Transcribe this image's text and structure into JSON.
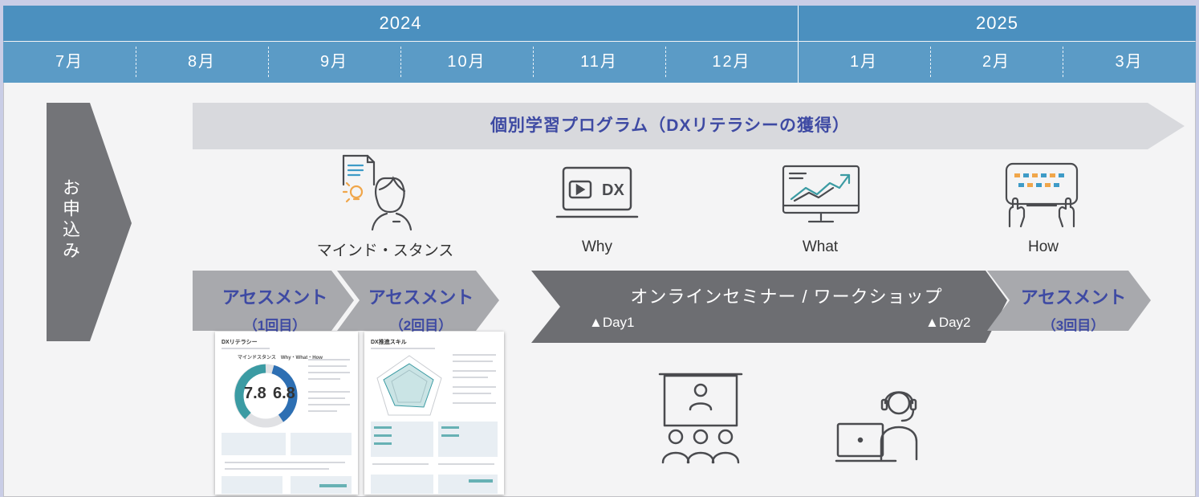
{
  "header": {
    "years": [
      "2024",
      "2025"
    ],
    "months": [
      "7月",
      "8月",
      "9月",
      "10月",
      "11月",
      "12月",
      "1月",
      "2月",
      "3月"
    ]
  },
  "application_label": "お申込み",
  "program_title": "個別学習プログラム（DXリテラシーの獲得）",
  "icons": [
    {
      "name": "mind-stance-icon",
      "label": "マインド・スタンス"
    },
    {
      "name": "dx-video-icon",
      "label": "Why",
      "inner_text": "DX"
    },
    {
      "name": "chart-monitor-icon",
      "label": "What"
    },
    {
      "name": "keyboard-hands-icon",
      "label": "How"
    }
  ],
  "assessments": [
    {
      "title": "アセスメント",
      "round": "（1回目）"
    },
    {
      "title": "アセスメント",
      "round": "（2回目）"
    },
    {
      "title": "アセスメント",
      "round": "（3回目）"
    }
  ],
  "seminar": {
    "title": "オンラインセミナー / ワークショップ",
    "day1": "▲Day1",
    "day2": "▲Day2"
  },
  "bottom_icons": [
    "presentation-audience-icon",
    "online-headset-laptop-icon"
  ],
  "reports": {
    "report1": {
      "title": "DXリテラシー",
      "subtitle": "マインドスタンス　Why・What・How",
      "score_left": "7.8",
      "score_right": "6.8"
    },
    "report2": {
      "title": "DX推進スキル"
    }
  },
  "colors": {
    "year_bar": "#4b90bf",
    "month_bar": "#5b9bc6",
    "program_arrow": "#d8d9dd",
    "assessment_arrow": "#a8a9ad",
    "seminar_arrow": "#6d6e72",
    "apply_arrow": "#737478",
    "accent_text": "#3e4aa3",
    "teal": "#3b9ba3",
    "blue": "#2d6fb3"
  }
}
